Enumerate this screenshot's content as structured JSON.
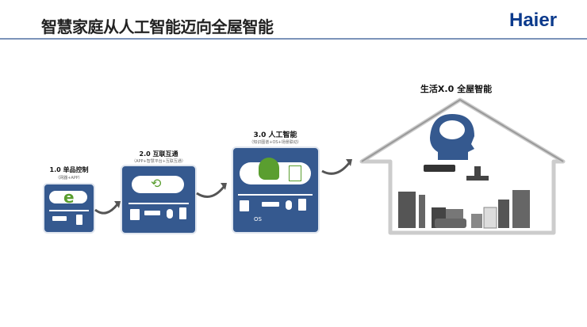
{
  "header": {
    "title": "智慧家庭从人工智能迈向全屋智能",
    "logo": "Haier"
  },
  "stages": [
    {
      "label": "1.0 单品控制",
      "sub": "（网器+APP）"
    },
    {
      "label": "2.0 互联互通",
      "sub": "（APP+智慧平台+互联互通）"
    },
    {
      "label": "3.0 人工智能",
      "sub": "（知识图谱+OS+场景联动）",
      "os": "OS"
    },
    {
      "label": "生活X.0  全屋智能"
    }
  ],
  "colors": {
    "box": "#35598f",
    "green": "#5a9e2f",
    "logo": "#0b3a8c"
  }
}
